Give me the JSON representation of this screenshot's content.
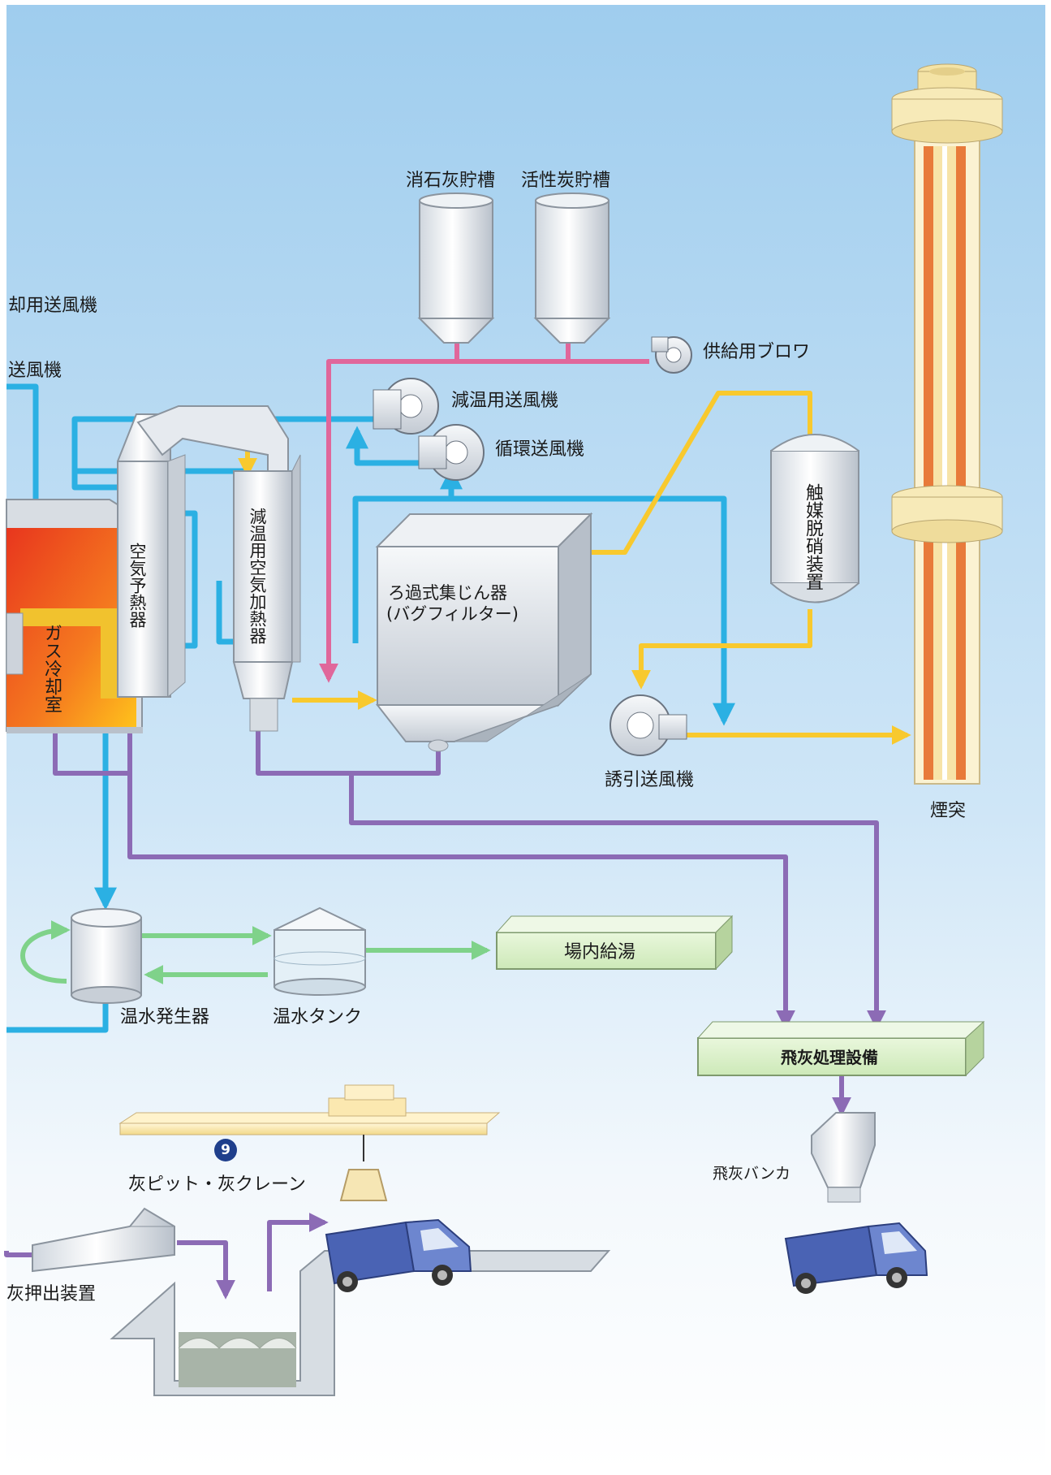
{
  "labels": {
    "lime_tank": "消石灰貯槽",
    "carbon_tank": "活性炭貯槽",
    "cooling_fan": "却用送風機",
    "fan": "送風機",
    "supply_blower": "供給用ブロワ",
    "cooling_blower": "減温用送風機",
    "recirc_blower": "循環送風機",
    "air_preheater": "空気予熱器",
    "cooling_air_heater": "減温用空気加熱器",
    "gas_cooler": "ガス冷却室",
    "bag_filter_line1": "ろ過式集じん器",
    "bag_filter_line2": "(バグフィルター)",
    "denox": "触媒脱硝装置",
    "induced_fan": "誘引送風機",
    "stack": "煙突",
    "hot_water_gen": "温水発生器",
    "hot_water_tank": "温水タンク",
    "onsite_hot_water": "場内給湯",
    "fly_ash_treatment": "飛灰処理設備",
    "fly_ash_bunker": "飛灰バンカ",
    "ash_pit_crane": "灰ピット・灰クレーン",
    "ash_pusher": "灰押出装置",
    "badge_number": "9"
  },
  "colors": {
    "air_line": "#2bb0e3",
    "gas_line": "#f8c92e",
    "chem_line": "#e0679b",
    "ash_line": "#8c6bb5",
    "water_line": "#7fd28a",
    "stack_stripe": "#e87a3a",
    "truck": "#4a63b4"
  },
  "icons": [
    "truck-icon",
    "blower-icon",
    "down-arrow-icon"
  ]
}
